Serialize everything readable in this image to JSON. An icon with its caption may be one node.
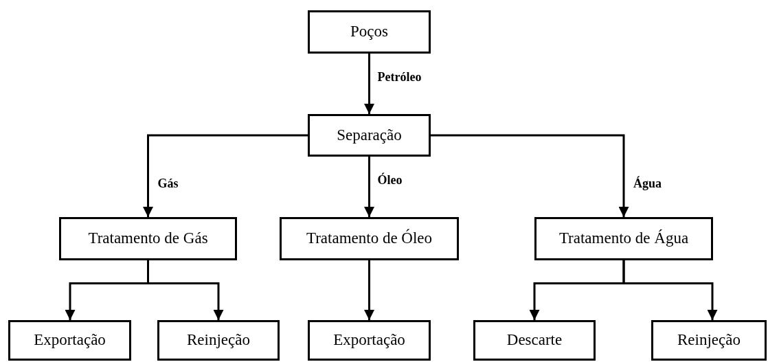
{
  "diagram": {
    "nodes": [
      {
        "text": [
          "Poços"
        ]
      },
      {
        "text": [
          "Separação"
        ]
      },
      {
        "text": [
          "Tratamento de Gás"
        ]
      },
      {
        "text": [
          "Tratamento de Óleo"
        ]
      },
      {
        "text": [
          "Tratamento de Água"
        ]
      },
      {
        "text": [
          "Exportação"
        ]
      },
      {
        "text": [
          "Reinjeção"
        ]
      },
      {
        "text": [
          "Exportação"
        ]
      },
      {
        "text": [
          "Descarte"
        ]
      },
      {
        "text": [
          "Reinjeção"
        ]
      }
    ],
    "edges": [
      {
        "from": 0,
        "to": 1,
        "arrow": "to",
        "label": "Petróleo"
      },
      {
        "from": 1,
        "to": 2,
        "arrow": "to",
        "label": "Gás"
      },
      {
        "from": 1,
        "to": 3,
        "arrow": "to",
        "label": "Óleo"
      },
      {
        "from": 1,
        "to": 4,
        "arrow": "to",
        "label": "Água"
      },
      {
        "from": 2,
        "to": 5,
        "arrow": "to"
      },
      {
        "from": 2,
        "to": 6,
        "arrow": "to"
      },
      {
        "from": 3,
        "to": 7,
        "arrow": "to"
      },
      {
        "from": 4,
        "to": 8,
        "arrow": "to"
      },
      {
        "from": 4,
        "to": 9,
        "arrow": "to"
      }
    ]
  }
}
